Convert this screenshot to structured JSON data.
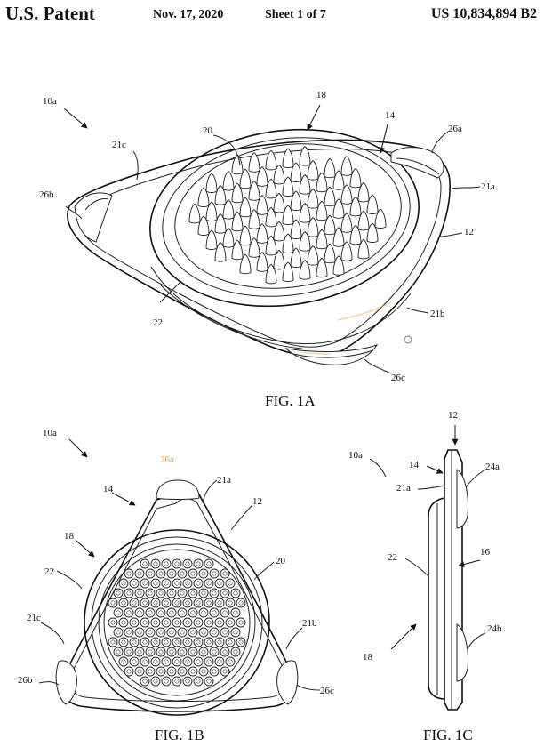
{
  "header": {
    "left": "U.S. Patent",
    "date": "Nov. 17, 2020",
    "sheet": "Sheet 1 of 7",
    "patent_number": "US 10,834,894 B2"
  },
  "figures": {
    "fig1a": {
      "caption": "FIG. 1A",
      "refs": {
        "r10a": "10a",
        "r18": "18",
        "r14": "14",
        "r20": "20",
        "r26a": "26a",
        "r21c": "21c",
        "r21a": "21a",
        "r26b": "26b",
        "r12": "12",
        "r22": "22",
        "r21b": "21b",
        "r26c": "26c"
      }
    },
    "fig1b": {
      "caption": "FIG. 1B",
      "refs": {
        "r10a": "10a",
        "r26a": "26a",
        "r14": "14",
        "r21a": "21a",
        "r12": "12",
        "r18": "18",
        "r20": "20",
        "r22": "22",
        "r21c": "21c",
        "r21b": "21b",
        "r26b": "26b",
        "r26c": "26c"
      }
    },
    "fig1c": {
      "caption": "FIG. 1C",
      "refs": {
        "r12": "12",
        "r10a": "10a",
        "r14": "14",
        "r24a": "24a",
        "r21a": "21a",
        "r16": "16",
        "r22": "22",
        "r18": "18",
        "r24b": "24b"
      }
    }
  },
  "colors": {
    "ink": "#111111",
    "highlight": "#f2b35a"
  }
}
